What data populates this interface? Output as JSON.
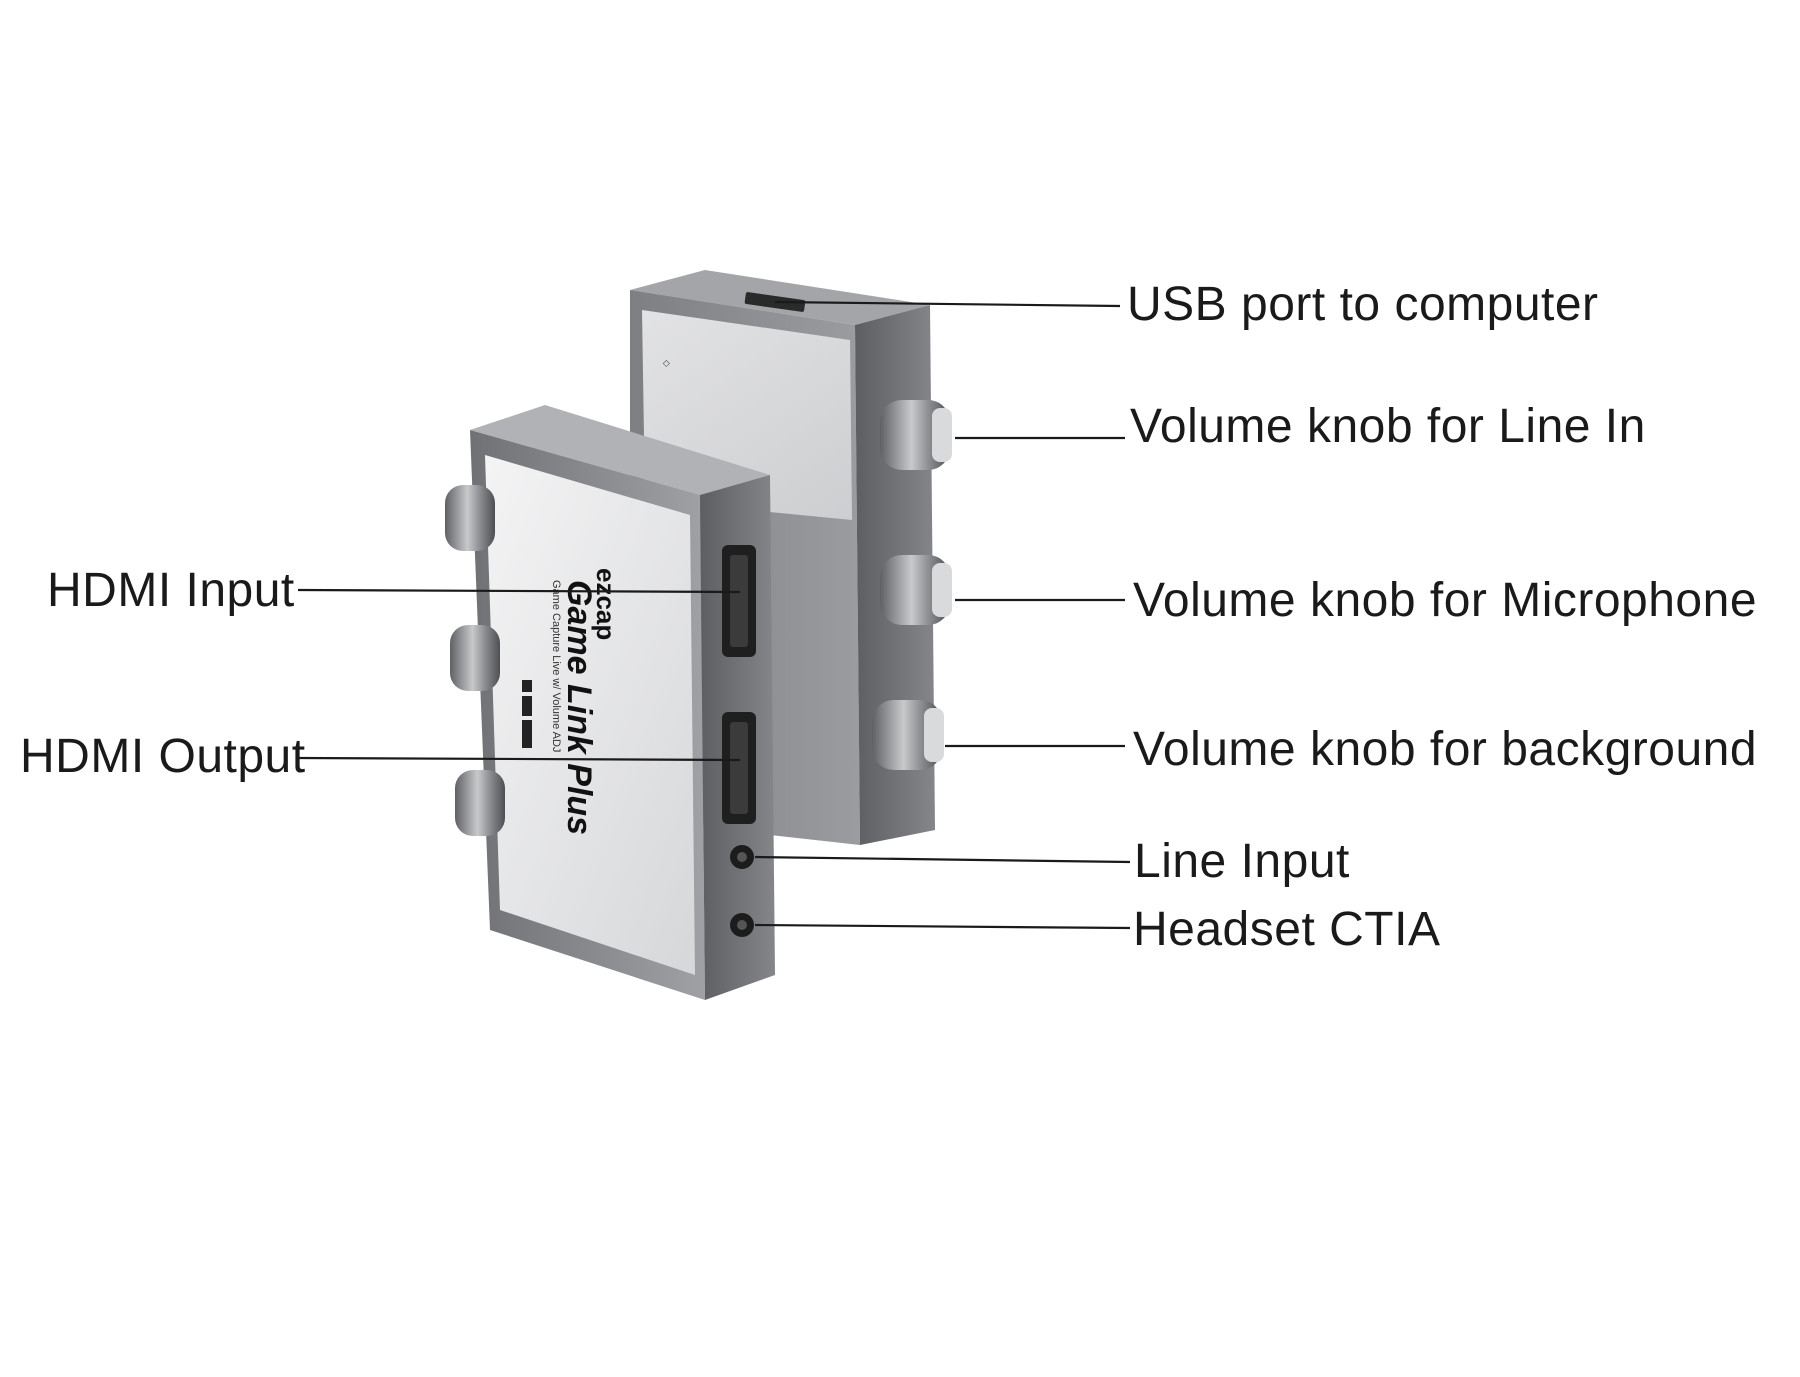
{
  "device": {
    "brand": "ezcap",
    "model": "Game Link Plus",
    "tagline": "Game Capture Live w/ Volume ADJ"
  },
  "callouts": {
    "usb_port": "USB port to computer",
    "knob_line_in": "Volume knob for Line In",
    "knob_mic": "Volume knob for Microphone",
    "knob_background": "Volume knob for background",
    "line_input": "Line Input",
    "headset": "Headset CTIA",
    "hdmi_input": "HDMI Input",
    "hdmi_output": "HDMI Output"
  },
  "colors": {
    "body": "#8c8e91",
    "panel": "#e4e5e7",
    "leader": "#1a1a1a"
  }
}
